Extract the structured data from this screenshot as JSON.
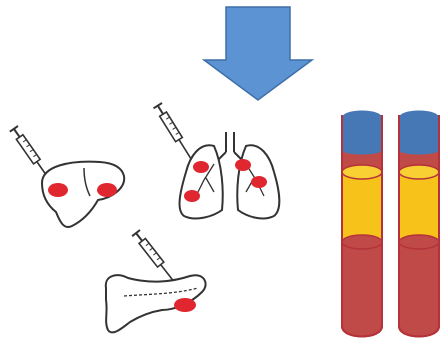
{
  "figure": {
    "arrow": {
      "direction": "down",
      "color": "#5b93d3",
      "stroke": "#3f6fa8"
    },
    "organs": [
      {
        "name": "liver",
        "lesion_count": 2
      },
      {
        "name": "lungs",
        "lesion_count": 4
      },
      {
        "name": "pancreas",
        "lesion_count": 1
      }
    ],
    "syringes": {
      "count": 3
    },
    "blood_tubes": {
      "count": 2,
      "layers": [
        "cap",
        "plasma",
        "red-cells"
      ],
      "colors": {
        "cap": "#4678b5",
        "plasma": "#f7c21a",
        "red_cells": "#c04a48",
        "outline": "#b5323a"
      }
    },
    "colors": {
      "lesion": "#e0262f",
      "organ_outline": "#333333"
    }
  }
}
